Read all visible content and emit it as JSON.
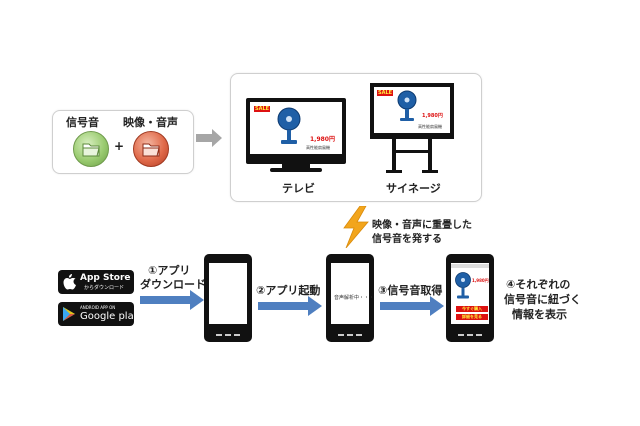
{
  "source_box": {
    "signal_label": "信号音",
    "media_label": "映像・音声",
    "plus": "+"
  },
  "displays": {
    "tv_label": "テレビ",
    "signage_label": "サイネージ",
    "tv_price": "1,980円",
    "tv_caption": "高性能扇風機",
    "signage_price": "1,980円",
    "signage_caption": "高性能扇風機",
    "brand_mark": "SALE"
  },
  "broadcast_note": {
    "line1": "映像・音声に重畳した",
    "line2": "信号音を発する"
  },
  "stores": {
    "app_store_small": "",
    "app_store_name": "App Store",
    "app_store_sub": "からダウンロード",
    "google_small": "ANDROID APP ON",
    "google_name": "Google play"
  },
  "steps": {
    "step1_line1": "①アプリ",
    "step1_line2": "ダウンロード",
    "step2": "②アプリ起動",
    "step3": "③信号音取得",
    "step4_line1": "④それぞれの",
    "step4_line2": "信号音に紐づく",
    "step4_line3": "情報を表示"
  },
  "phones": {
    "analyzing_text": "音声解析中・・・",
    "result_price": "1,980円",
    "result_btn1": "今すぐ購入",
    "result_btn2": "詳細を見る"
  },
  "colors": {
    "arrow_blue": "#4f7fc0",
    "arrow_gray": "#a6a6a6",
    "lightning": "#f2a51c"
  }
}
